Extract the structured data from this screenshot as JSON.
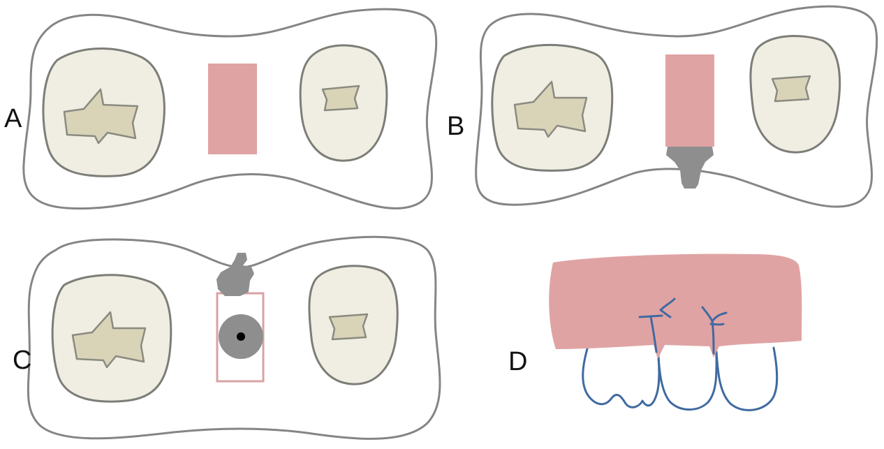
{
  "panels": [
    {
      "id": "A",
      "label": "A"
    },
    {
      "id": "B",
      "label": "B"
    },
    {
      "id": "C",
      "label": "C"
    },
    {
      "id": "D",
      "label": "D"
    }
  ],
  "colors": {
    "outline": "#858585",
    "tooth_surface": "#f0eee2",
    "fossa": "#d9d3b8",
    "gingiva": "#e0a3a3",
    "frame_outline": "#d8a3a3",
    "instrument": "#8e8e8e",
    "instrument_tip": "#000000",
    "root_outline": "#3f6aa0",
    "background": "#ffffff"
  },
  "icons": {
    "pink_rectangle": "soft-tissue-block",
    "gray_tool": "gray-instrument",
    "ring": "gray-ring-with-center-dot"
  }
}
